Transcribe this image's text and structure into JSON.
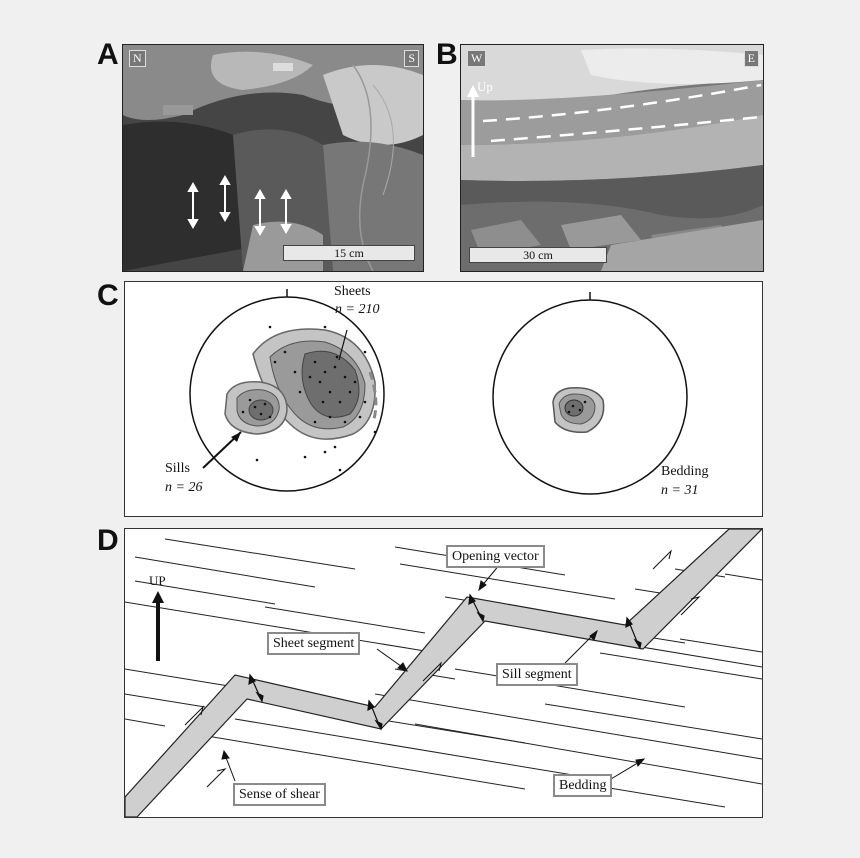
{
  "panels": {
    "a": {
      "letter": "A",
      "tag_left": "N",
      "tag_right": "S",
      "scale": "15 cm"
    },
    "b": {
      "letter": "B",
      "tag_left": "W",
      "tag_right": "E",
      "up_label": "Up",
      "scale": "30 cm"
    },
    "c": {
      "letter": "C",
      "sheets_label": "Sheets",
      "sheets_n": "n = 210",
      "sills_label": "Sills",
      "sills_n": "n = 26",
      "bedding_label": "Bedding",
      "bedding_n": "n = 31"
    },
    "d": {
      "letter": "D",
      "up_label": "UP",
      "opening_vector": "Opening vector",
      "sheet_segment": "Sheet segment",
      "sill_segment": "Sill segment",
      "bedding": "Bedding",
      "sense_of_shear": "Sense of shear"
    }
  },
  "colors": {
    "intrusion_fill": "#cfcfcf",
    "contour_dark": "#6e6e6e",
    "contour_mid": "#9a9a9a",
    "contour_light": "#c4c4c4"
  }
}
